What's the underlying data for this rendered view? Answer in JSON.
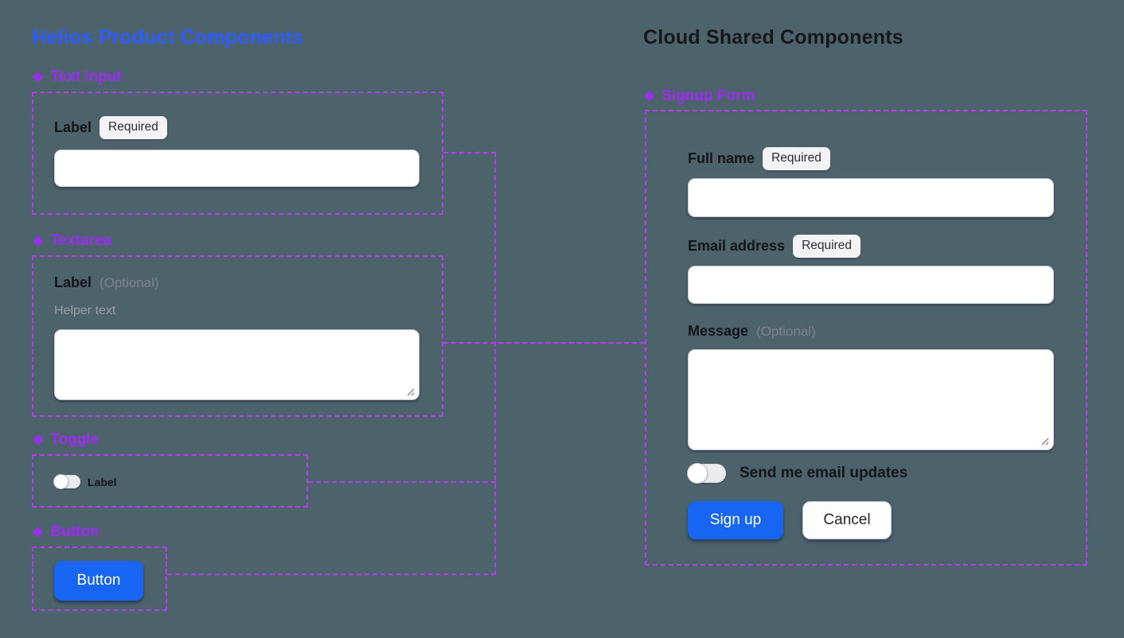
{
  "colors": {
    "canvas_bg": "#4d636c",
    "helios_title": "#2e5bff",
    "cloud_title": "#17171c",
    "component_purple": "#9c2cf2",
    "dashed_outline": "#b63bf3",
    "primary_blue": "#1765f2"
  },
  "icons": {
    "component": "❖"
  },
  "helios": {
    "title": "Helios Product Components",
    "text_input": {
      "component_name": "Text Input",
      "label": "Label",
      "badge": "Required",
      "value": ""
    },
    "textarea": {
      "component_name": "Textarea",
      "label": "Label",
      "optional": "(Optional)",
      "helper": "Helper text",
      "value": ""
    },
    "toggle": {
      "component_name": "Toggle",
      "label": "Label",
      "state": "off"
    },
    "button": {
      "component_name": "Button",
      "button_label": "Button"
    }
  },
  "cloud": {
    "title": "Cloud Shared Components",
    "signup_form": {
      "component_name": "Signup Form",
      "full_name": {
        "label": "Full name",
        "badge": "Required",
        "value": ""
      },
      "email": {
        "label": "Email address",
        "badge": "Required",
        "value": ""
      },
      "message": {
        "label": "Message",
        "optional": "(Optional)",
        "value": ""
      },
      "updates_toggle": {
        "label": "Send me email updates",
        "state": "off"
      },
      "submit_label": "Sign up",
      "cancel_label": "Cancel"
    }
  }
}
